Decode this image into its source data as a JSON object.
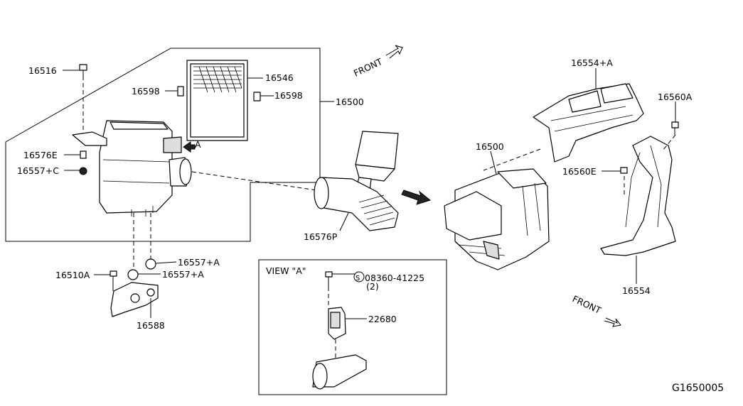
{
  "diagram_id": "G1650005",
  "labels": {
    "p16516": "16516",
    "p16598_left": "16598",
    "p16546": "16546",
    "p16598_right": "16598",
    "p16500_left": "16500",
    "p16576E": "16576E",
    "p16557C": "16557+C",
    "arrowA": "A",
    "p16576P": "16576P",
    "p16557A_upper": "16557+A",
    "p16557A_lower": "16557+A",
    "p16510A": "16510A",
    "p16588": "16588",
    "view_a_title": "VIEW \"A\"",
    "screw_part": "08360-41225",
    "screw_marker": "S",
    "screw_qty": "(2)",
    "p22680": "22680",
    "front_top": "FRONT",
    "front_bottom": "FRONT",
    "p16554A": "16554+A",
    "p16560A": "16560A",
    "p16500_right": "16500",
    "p16560E": "16560E",
    "p16554": "16554"
  }
}
